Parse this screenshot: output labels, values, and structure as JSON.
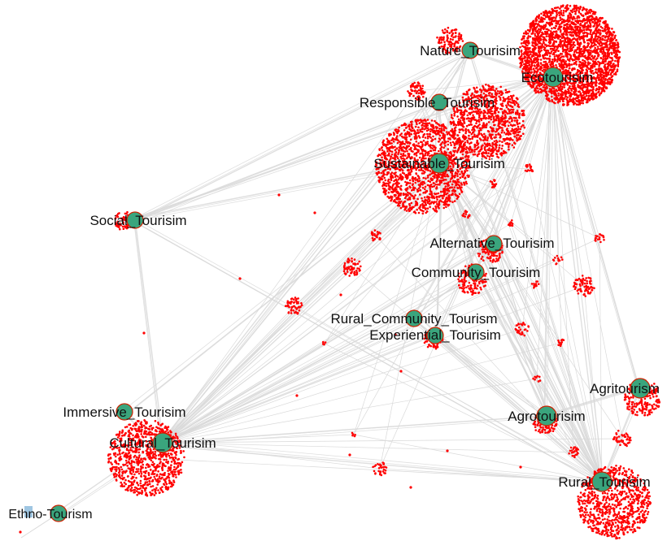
{
  "colors": {
    "background": "#ffffff",
    "edge": "#d9d9d9",
    "document_node": "#ff0000",
    "keyword_node": "#3aa57d",
    "keyword_outline": "#cc2200",
    "label": "#111111",
    "marker": "#9fc6e2"
  },
  "nodes": [
    {
      "id": "nature",
      "label": "Nature_Tourisim"
    },
    {
      "id": "eco",
      "label": "Ecotourisim"
    },
    {
      "id": "responsible",
      "label": "Responsible_Tourisim"
    },
    {
      "id": "sustainable",
      "label": "Sustainable_Tourisim"
    },
    {
      "id": "social",
      "label": "Social_Tourisim"
    },
    {
      "id": "alternative",
      "label": "Alternative_Tourisim"
    },
    {
      "id": "community",
      "label": "Community_Tourisim"
    },
    {
      "id": "rural_community",
      "label": "Rural_Community_Tourism"
    },
    {
      "id": "experiential",
      "label": "Experiential_Tourisim"
    },
    {
      "id": "agritourism",
      "label": "Agritourism"
    },
    {
      "id": "agrotourism",
      "label": "Agrotourisim"
    },
    {
      "id": "immersive",
      "label": "Immersive_Tourisim"
    },
    {
      "id": "cultural",
      "label": "Cultural_Tourisim"
    },
    {
      "id": "rural",
      "label": "Rural_Tourisim"
    },
    {
      "id": "ethno",
      "label": "Ethno-Tourism"
    }
  ],
  "edges": [
    [
      "eco",
      "sustainable"
    ],
    [
      "eco",
      "responsible"
    ],
    [
      "eco",
      "nature"
    ],
    [
      "eco",
      "alternative"
    ],
    [
      "eco",
      "community"
    ],
    [
      "eco",
      "rural"
    ],
    [
      "eco",
      "agrotourism"
    ],
    [
      "eco",
      "agritourism"
    ],
    [
      "eco",
      "cultural"
    ],
    [
      "eco",
      "social"
    ],
    [
      "eco",
      "experiential"
    ],
    [
      "eco",
      "rural_community"
    ],
    [
      "nature",
      "sustainable"
    ],
    [
      "nature",
      "responsible"
    ],
    [
      "nature",
      "cultural"
    ],
    [
      "nature",
      "social"
    ],
    [
      "nature",
      "rural"
    ],
    [
      "sustainable",
      "responsible"
    ],
    [
      "sustainable",
      "cultural"
    ],
    [
      "sustainable",
      "social"
    ],
    [
      "sustainable",
      "alternative"
    ],
    [
      "sustainable",
      "community"
    ],
    [
      "sustainable",
      "rural"
    ],
    [
      "sustainable",
      "agrotourism"
    ],
    [
      "sustainable",
      "experiential"
    ],
    [
      "responsible",
      "community"
    ],
    [
      "responsible",
      "rural"
    ],
    [
      "responsible",
      "cultural"
    ],
    [
      "alternative",
      "community"
    ],
    [
      "alternative",
      "rural"
    ],
    [
      "alternative",
      "cultural"
    ],
    [
      "alternative",
      "agrotourism"
    ],
    [
      "community",
      "rural"
    ],
    [
      "community",
      "cultural"
    ],
    [
      "community",
      "rural_community"
    ],
    [
      "community",
      "agrotourism"
    ],
    [
      "rural_community",
      "experiential"
    ],
    [
      "rural_community",
      "cultural"
    ],
    [
      "rural_community",
      "rural"
    ],
    [
      "experiential",
      "cultural"
    ],
    [
      "experiential",
      "rural"
    ],
    [
      "experiential",
      "agrotourism"
    ],
    [
      "agrotourism",
      "rural"
    ],
    [
      "agritourism",
      "rural"
    ],
    [
      "agritourism",
      "agrotourism"
    ],
    [
      "cultural",
      "rural"
    ],
    [
      "cultural",
      "immersive"
    ],
    [
      "cultural",
      "ethno"
    ],
    [
      "cultural",
      "social"
    ],
    [
      "cultural",
      "agrotourism"
    ],
    [
      "rural",
      "social"
    ],
    [
      "immersive",
      "sustainable"
    ],
    [
      "social",
      "responsible"
    ]
  ]
}
